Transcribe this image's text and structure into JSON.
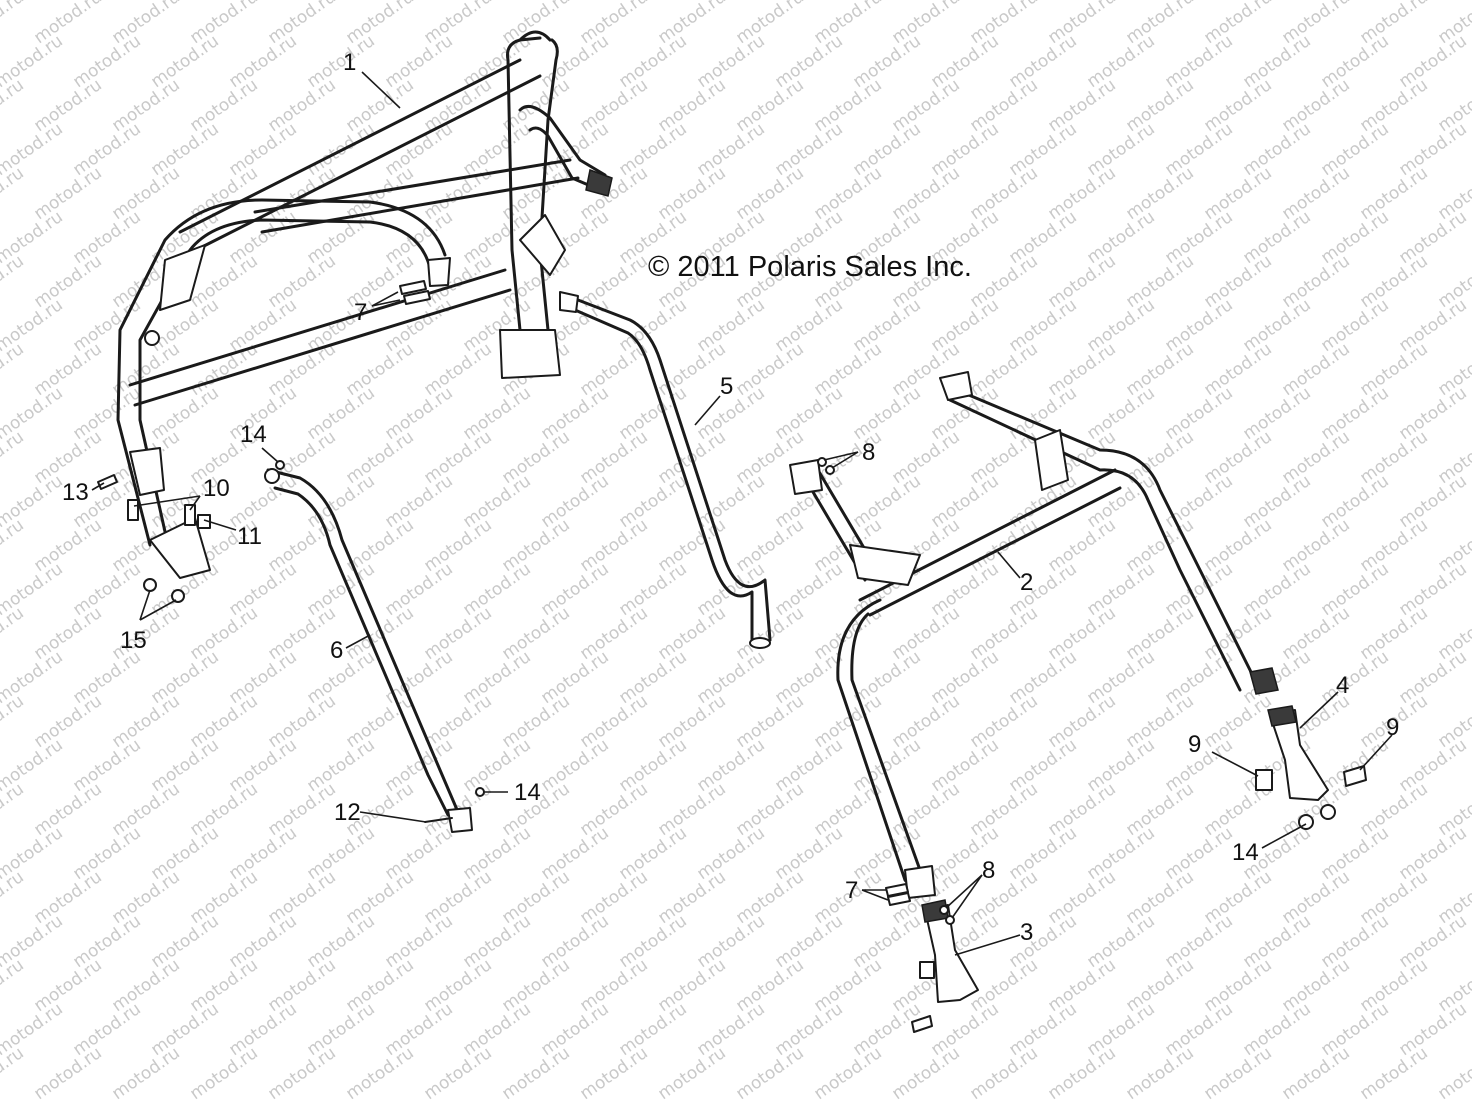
{
  "copyright": "© 2011 Polaris Sales Inc.",
  "watermark": "motod.ru",
  "callouts": [
    {
      "id": "c1",
      "text": "1"
    },
    {
      "id": "c2",
      "text": "2"
    },
    {
      "id": "c3",
      "text": "3"
    },
    {
      "id": "c4",
      "text": "4"
    },
    {
      "id": "c5",
      "text": "5"
    },
    {
      "id": "c6",
      "text": "6"
    },
    {
      "id": "c7a",
      "text": "7"
    },
    {
      "id": "c7b",
      "text": "7"
    },
    {
      "id": "c8a",
      "text": "8"
    },
    {
      "id": "c8b",
      "text": "8"
    },
    {
      "id": "c9a",
      "text": "9"
    },
    {
      "id": "c9b",
      "text": "9"
    },
    {
      "id": "c10",
      "text": "10"
    },
    {
      "id": "c11",
      "text": "11"
    },
    {
      "id": "c12",
      "text": "12"
    },
    {
      "id": "c13",
      "text": "13"
    },
    {
      "id": "c14a",
      "text": "14"
    },
    {
      "id": "c14b",
      "text": "14"
    },
    {
      "id": "c14c",
      "text": "14"
    },
    {
      "id": "c15",
      "text": "15"
    }
  ]
}
